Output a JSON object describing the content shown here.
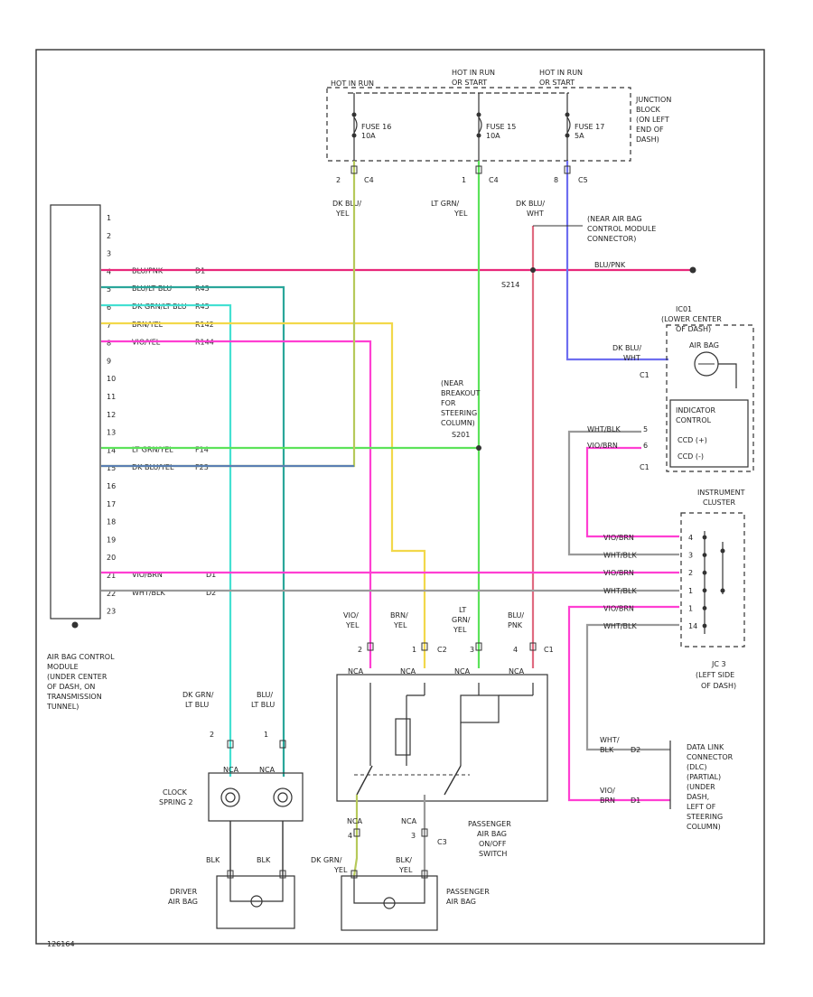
{
  "colors": {
    "pink": "#e8287a",
    "magenta": "#ff3fd2",
    "teal": "#2aa69a",
    "cyan": "#44e0d2",
    "yellow": "#f2d84a",
    "green": "#5ce35a",
    "olive": "#b6c95a",
    "blue": "#6e6ef0",
    "slateblue": "#5a7fb2",
    "gray": "#9a9a9a",
    "rose": "#e06a80",
    "black": "#333333"
  },
  "labels": {
    "module": [
      "AIR BAG CONTROL",
      "MODULE",
      "(UNDER CENTER",
      "OF DASH, ON",
      "TRANSMISSION",
      "TUNNEL)"
    ],
    "junction_block": [
      "JUNCTION",
      "BLOCK",
      "(ON LEFT",
      "END OF",
      "DASH)"
    ],
    "hot_1": "HOT IN RUN",
    "hot_2": [
      "HOT IN RUN",
      "OR START"
    ],
    "hot_3": [
      "HOT IN RUN",
      "OR START"
    ],
    "fuse_1": [
      "FUSE 16",
      "10A"
    ],
    "fuse_2": [
      "FUSE 15",
      "10A"
    ],
    "fuse_3": [
      "FUSE 17",
      "5A"
    ],
    "conn_1": "C4",
    "conn_2": "C4",
    "conn_3": "C5",
    "pin_1": "2",
    "pin_2": "1",
    "pin_3": "8",
    "wire_dkblu_yel": [
      "DK BLU/",
      "YEL"
    ],
    "wire_ltgrn_yel": [
      "LT GRN/",
      "YEL"
    ],
    "wire_dkblu_wht": [
      "DK BLU/",
      "WHT"
    ],
    "near_connector": [
      "(NEAR AIR BAG",
      "CONTROL MODULE",
      "CONNECTOR)"
    ],
    "s214": "S214",
    "s201": "S201",
    "near_breakout": [
      "(NEAR",
      "BREAKOUT",
      "FOR",
      "STEERING",
      "COLUMN)"
    ],
    "blu_pnk": "BLU/PNK",
    "ic_location": [
      "(LOWER CENTER",
      "OF DASH)"
    ],
    "ic_code": "IC01",
    "airbag_lamp": "AIR BAG",
    "indicator": [
      "INDICATOR",
      "CONTROL"
    ],
    "ic_pins": [
      "CCD (+)",
      "CCD (-)"
    ],
    "c1": "C1",
    "instrument_cluster": [
      "INSTRUMENT",
      "CLUSTER"
    ],
    "jc": [
      "JC 3",
      "(LEFT SIDE",
      "OF DASH)"
    ],
    "dlc": [
      "DATA LINK",
      "CONNECTOR",
      "(DLC)",
      "(PARTIAL)",
      "(UNDER",
      "DASH,",
      "LEFT OF",
      "STEERING",
      "COLUMN)"
    ],
    "clockspring": [
      "CLOCK",
      "SPRING 2"
    ],
    "driver_airbag": [
      "DRIVER",
      "AIR BAG"
    ],
    "passenger_airbag": [
      "PASSENGER",
      "AIR BAG"
    ],
    "passenger_switch": [
      "PASSENGER",
      "AIR BAG",
      "ON/OFF",
      "SWITCH"
    ],
    "wire_dkgrn_ltblu": [
      "DK GRN/",
      "LT BLU"
    ],
    "wire_blu_ltblu": [
      "BLU/",
      "LT BLU"
    ],
    "wire_blk": "BLK",
    "wire_vio_yel": [
      "VIO/",
      "YEL"
    ],
    "wire_brn_yel": [
      "BRN/",
      "YEL"
    ],
    "wire_ltgrn_yel2": [
      "LT",
      "GRN/",
      "YEL"
    ],
    "wire_blu_pnk": [
      "BLU/",
      "PNK"
    ],
    "wire_dkgrn_yel": [
      "DK GRN/",
      "YEL"
    ],
    "wire_blk_yel": [
      "BLK/",
      "YEL"
    ],
    "wht_blk": "WHT/BLK",
    "vio_brn": "VIO/BRN",
    "wht_blk_sc": [
      "WHT/",
      "BLK"
    ],
    "vio_brn_sc": [
      "VIO/",
      "BRN"
    ],
    "nca": "NCA",
    "c2": "C2",
    "c3": "C3",
    "footer": "126164"
  },
  "module_pins": [
    "1",
    "2",
    "3",
    "4",
    "5",
    "6",
    "7",
    "8",
    "9",
    "10",
    "11",
    "12",
    "13",
    "14",
    "15",
    "16",
    "17",
    "18",
    "19",
    "20",
    "21",
    "22",
    "23"
  ],
  "module_wires": [
    {
      "pin": "4",
      "color": "BLU/PNK",
      "code": "D1"
    },
    {
      "pin": "5",
      "color": "BLU/LT BLU",
      "code": "R43"
    },
    {
      "pin": "6",
      "color": "DK GRN/LT BLU",
      "code": "R45"
    },
    {
      "pin": "7",
      "color": "BRN/YEL",
      "code": "R142"
    },
    {
      "pin": "8",
      "color": "VIO/YEL",
      "code": "R144"
    },
    {
      "pin": "14",
      "color": "LT GRN/YEL",
      "code": "F14"
    },
    {
      "pin": "15",
      "color": "DK BLU/YEL",
      "code": "F23"
    },
    {
      "pin": "21",
      "color": "VIO/BRN",
      "code": "D1"
    },
    {
      "pin": "22",
      "color": "WHT/BLK",
      "code": "D2"
    }
  ],
  "cluster_rows": [
    {
      "wire": "VIO/BRN",
      "pin": "4"
    },
    {
      "wire": "WHT/BLK",
      "pin": "3"
    },
    {
      "wire": "VIO/BRN",
      "pin": "2"
    },
    {
      "wire": "WHT/BLK",
      "pin": "1"
    },
    {
      "wire": "VIO/BRN",
      "pin": "1"
    },
    {
      "wire": "WHT/BLK",
      "pin": "14"
    }
  ],
  "ic_rows": [
    {
      "wire": "WHT/BLK",
      "pin": "5"
    },
    {
      "wire": "VIO/BRN",
      "pin": "6"
    }
  ],
  "switch_nca": [
    "NCA",
    "NCA",
    "NCA",
    "NCA"
  ],
  "clockspring_nca": [
    "NCA",
    "NCA"
  ]
}
